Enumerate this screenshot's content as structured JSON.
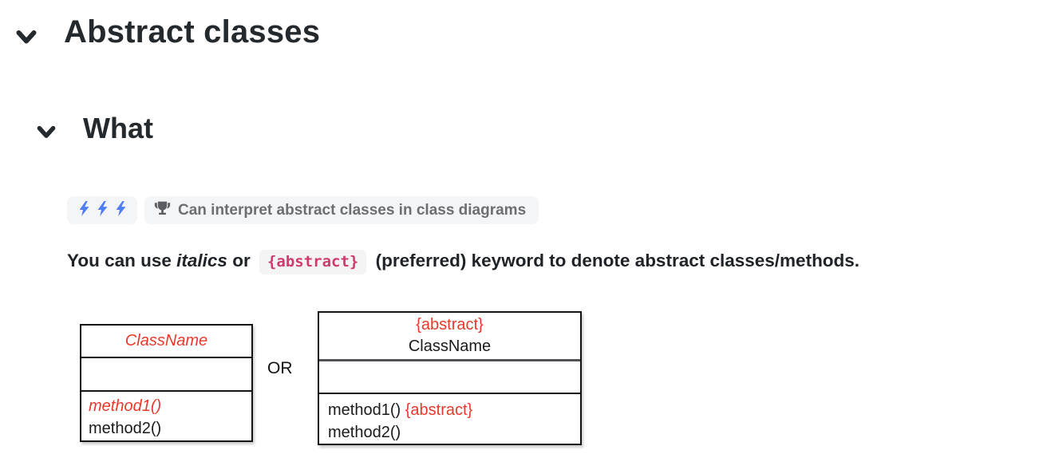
{
  "headings": {
    "h1": "Abstract classes",
    "h2": "What"
  },
  "badges": {
    "difficulty_bolt_count": 3,
    "outcome_text": "Can interpret abstract classes in class diagrams"
  },
  "sentence": {
    "part1": "You can use",
    "italic_word": "italics",
    "part2": "or",
    "code": "{abstract}",
    "part3": "(preferred) keyword to denote abstract classes/methods."
  },
  "or_label": "OR",
  "uml_left": {
    "class_name": "ClassName",
    "method1": "method1()",
    "method2": "method2()"
  },
  "uml_right": {
    "stereotype": "{abstract}",
    "class_name": "ClassName",
    "method1": "method1()",
    "method1_annotation": "{abstract}",
    "method2": "method2()"
  },
  "icons": {
    "collapse": "chevron-down-icon",
    "difficulty": "lightning-bolt-icon",
    "outcome": "trophy-icon"
  },
  "colors": {
    "abstract_red": "#e8392b",
    "code_pink": "#cf3b6e",
    "bolt_blue": "#4f7df5",
    "badge_bg": "#f4f5f6",
    "badge_text": "#6b6e72",
    "heading_text": "#24292e",
    "uml_border": "#141414"
  }
}
